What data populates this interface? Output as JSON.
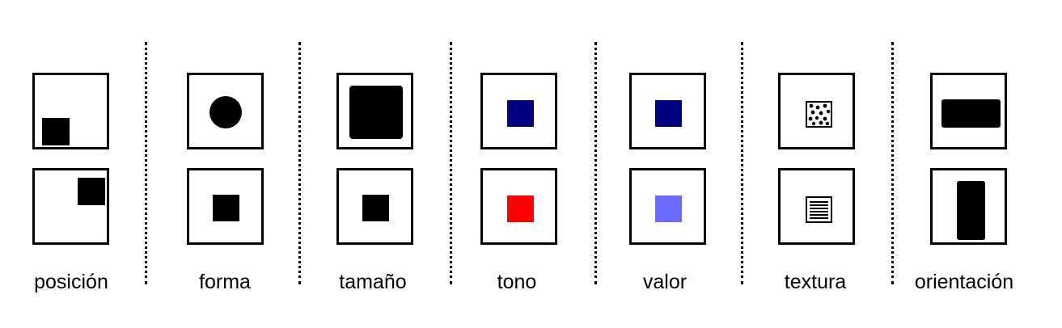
{
  "columns": [
    {
      "id": "posicion",
      "label": "posición"
    },
    {
      "id": "forma",
      "label": "forma"
    },
    {
      "id": "tamano",
      "label": "tamaño"
    },
    {
      "id": "tono",
      "label": "tono"
    },
    {
      "id": "valor",
      "label": "valor"
    },
    {
      "id": "textura",
      "label": "textura"
    },
    {
      "id": "orientacion",
      "label": "orientación"
    }
  ],
  "colors": {
    "ink": "#000000",
    "tono_top": "#000080",
    "tono_bottom": "#ff0000",
    "valor_top": "#000080",
    "valor_bottom": "#6b6bff"
  },
  "icons": {
    "separator": "dotted-vertical-line",
    "textura_top": "dotted-texture-square",
    "textura_bottom": "striped-texture-square"
  }
}
